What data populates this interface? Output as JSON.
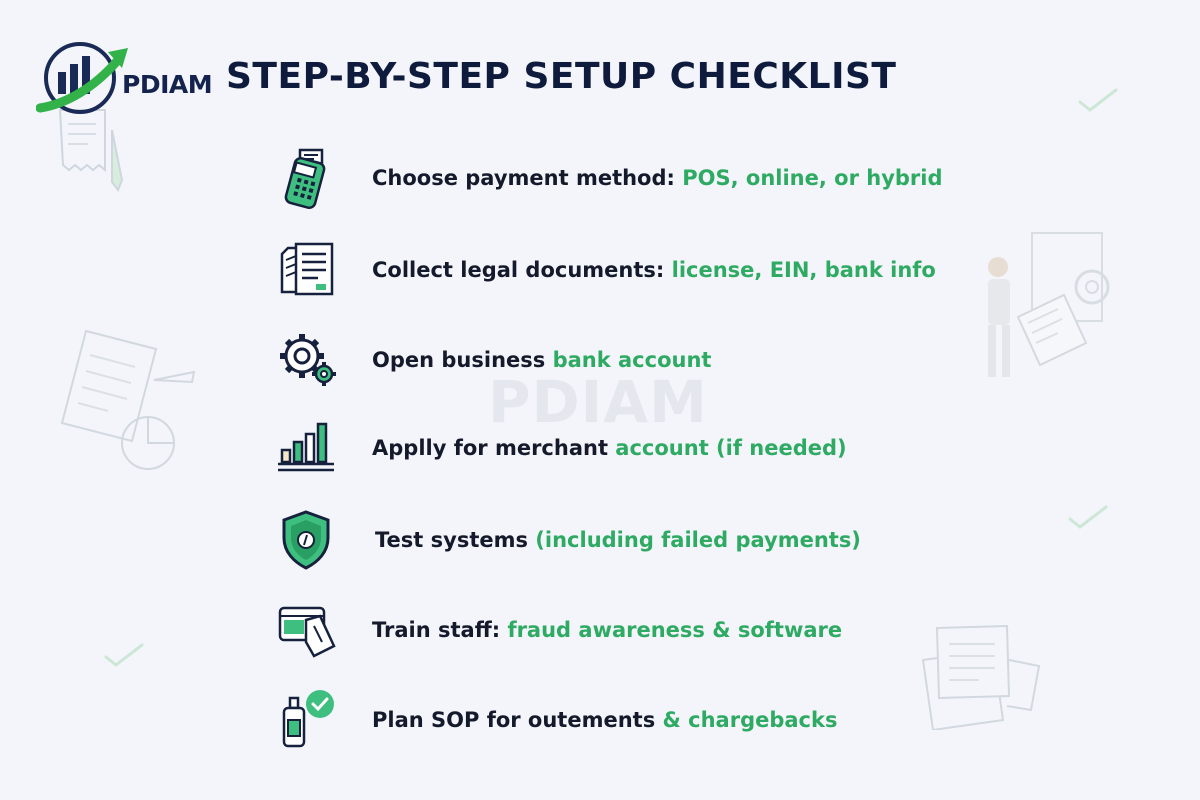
{
  "brand": {
    "name": "PDIAM"
  },
  "title": "STEP-BY-STEP SETUP CHECKLIST",
  "watermark": "PDIAM",
  "colors": {
    "heading": "#0f1b3d",
    "text": "#141a2b",
    "accent": "#2eaa63",
    "background": "#f3f5fa"
  },
  "steps": [
    {
      "icon": "card-terminal-icon",
      "lead": "Choose payment method:",
      "highlight": "POS, online, or hybrid"
    },
    {
      "icon": "documents-icon",
      "lead": "Collect legal documents:",
      "highlight": "license, EIN, bank info"
    },
    {
      "icon": "gears-icon",
      "lead": "Open business",
      "highlight": "bank account"
    },
    {
      "icon": "bar-chart-icon",
      "lead": "Applly for merchant",
      "highlight": "account (if needed)"
    },
    {
      "icon": "shield-icon",
      "lead": "Test systems",
      "highlight": "(including failed payments)"
    },
    {
      "icon": "training-card-icon",
      "lead": "Train staff:",
      "highlight": "fraud awareness & software"
    },
    {
      "icon": "sop-bottle-check-icon",
      "lead": "Plan SOP for outements",
      "highlight": "& chargebacks"
    }
  ]
}
